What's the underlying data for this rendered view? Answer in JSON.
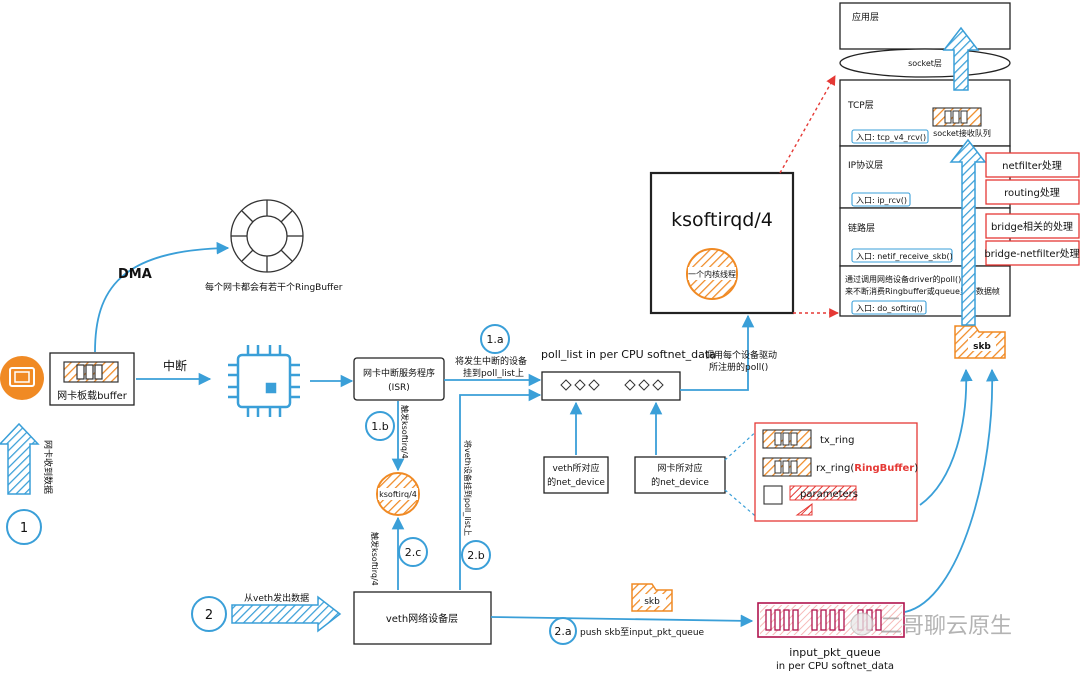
{
  "steps": {
    "s1": "1",
    "s1a": "1.a",
    "s1b": "1.b",
    "s2": "2",
    "s2a": "2.a",
    "s2b": "2.b",
    "s2c": "2.c"
  },
  "nic": {
    "buffer_label": "网卡板载buffer",
    "recv_label": "网卡收到数据",
    "dma": "DMA",
    "ringbuffer_note": "每个网卡都会有若干个RingBuffer",
    "interrupt": "中断"
  },
  "isr": {
    "line1": "网卡中断服务程序",
    "line2": "(ISR)"
  },
  "notes": {
    "attach_poll_1": "将发生中断的设备",
    "attach_poll_2": "挂到poll_list上",
    "trigger_softirq": "触发ksoftirq/4",
    "trigger_softirq_2": "触发ksoftirq/4",
    "veth_attach": "将veth设备挂到poll_list上",
    "call_poll_1": "调用每个设备驱动",
    "call_poll_2": "所注册的poll()",
    "send_from_veth": "从veth发出数据",
    "push_skb": "push skb至input_pkt_queue"
  },
  "ksoftirq_small": "ksoftirq/4",
  "poll_list": {
    "title": "poll_list in per CPU softnet_data"
  },
  "net_devices": {
    "veth_1": "veth所对应",
    "veth_2": "的net_device",
    "nic_1": "网卡所对应",
    "nic_2": "的net_device"
  },
  "ring": {
    "tx": "tx_ring",
    "rx_prefix": "rx_ring(",
    "rx_red": "RingBuffer",
    "rx_suffix": ")",
    "params": "parameters"
  },
  "veth_layer": "veth网络设备层",
  "skb": "skb",
  "input_queue": {
    "line1": "input_pkt_queue",
    "line2": "in per CPU softnet_data"
  },
  "ksoftirqd": {
    "title": "ksoftirqd/4",
    "thread": "一个内核线程"
  },
  "stack": {
    "app": "应用层",
    "socket": "socket层",
    "tcp": "TCP层",
    "tcp_entry": "入口: tcp_v4_rcv()",
    "socket_queue": "socket接收队列",
    "ip": "IP协议层",
    "ip_entry": "入口: ip_rcv()",
    "link": "链路层",
    "link_entry": "入口: netif_receive_skb()",
    "softirq_1": "通过调用网络设备driver的poll()",
    "softirq_2": "来不断消费Ringbuffer或queue里的数据帧",
    "softirq_entry": "入口: do_softirq()"
  },
  "side": {
    "netfilter": "netfilter处理",
    "routing": "routing处理",
    "bridge": "bridge相关的处理",
    "bridge_nf": "bridge-netfilter处理"
  },
  "watermark": "二哥聊云原生",
  "colors": {
    "accent_blue": "#3a9fd8",
    "orange": "#f08a24",
    "red": "#e53935",
    "magenta": "#b0144e"
  }
}
